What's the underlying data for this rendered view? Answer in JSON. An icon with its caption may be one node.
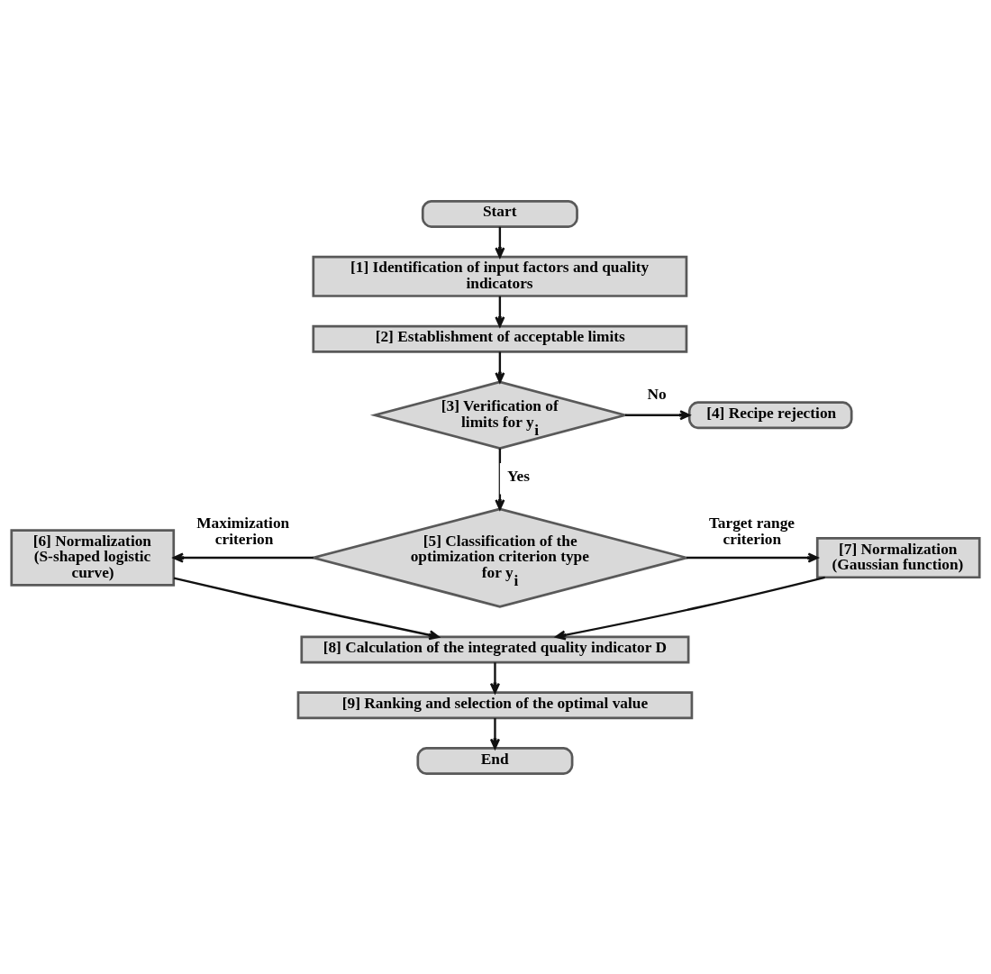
{
  "diagram": {
    "nodes": [
      {
        "text": [
          "Start"
        ]
      },
      {
        "text": [
          "[1] Identification of input factors and quality indicators"
        ]
      },
      {
        "text": [
          "[2] Establishment of acceptable limits"
        ]
      },
      {
        "text": [
          "[3] Verification of limits for y$_{i}$"
        ]
      },
      {
        "text": [
          "[4] Recipe rejection"
        ]
      },
      {
        "text": [
          "[5] Classification of the optimization criterion type for y$_{i}$"
        ]
      },
      {
        "text": [
          "[6] Normalization (S-shaped logistic curve)"
        ]
      },
      {
        "text": [
          "[7] Normalization (Gaussian function)"
        ]
      },
      {
        "text": [
          "[8] Calculation of the integrated quality indicator D"
        ]
      },
      {
        "text": [
          "[9] Ranking and selection of the optimal value"
        ]
      },
      {
        "text": [
          "End"
        ]
      }
    ],
    "edges": [
      {
        "from": 0,
        "to": 1,
        "arrow": "to"
      },
      {
        "from": 1,
        "to": 2,
        "arrow": "to"
      },
      {
        "from": 2,
        "to": 3,
        "arrow": "to"
      },
      {
        "from": 3,
        "to": 4,
        "arrow": "to",
        "label": "No"
      },
      {
        "from": 3,
        "to": 5,
        "arrow": "to",
        "label": "Yes"
      },
      {
        "from": 5,
        "to": 6,
        "arrow": "to",
        "label": "Maximization criterion"
      },
      {
        "from": 5,
        "to": 7,
        "arrow": "to",
        "label": "Target range criterion"
      },
      {
        "from": 6,
        "to": 8,
        "arrow": "to"
      },
      {
        "from": 7,
        "to": 8,
        "arrow": "to"
      },
      {
        "from": 8,
        "to": 9,
        "arrow": "to"
      },
      {
        "from": 9,
        "to": 10,
        "arrow": "to"
      }
    ]
  }
}
